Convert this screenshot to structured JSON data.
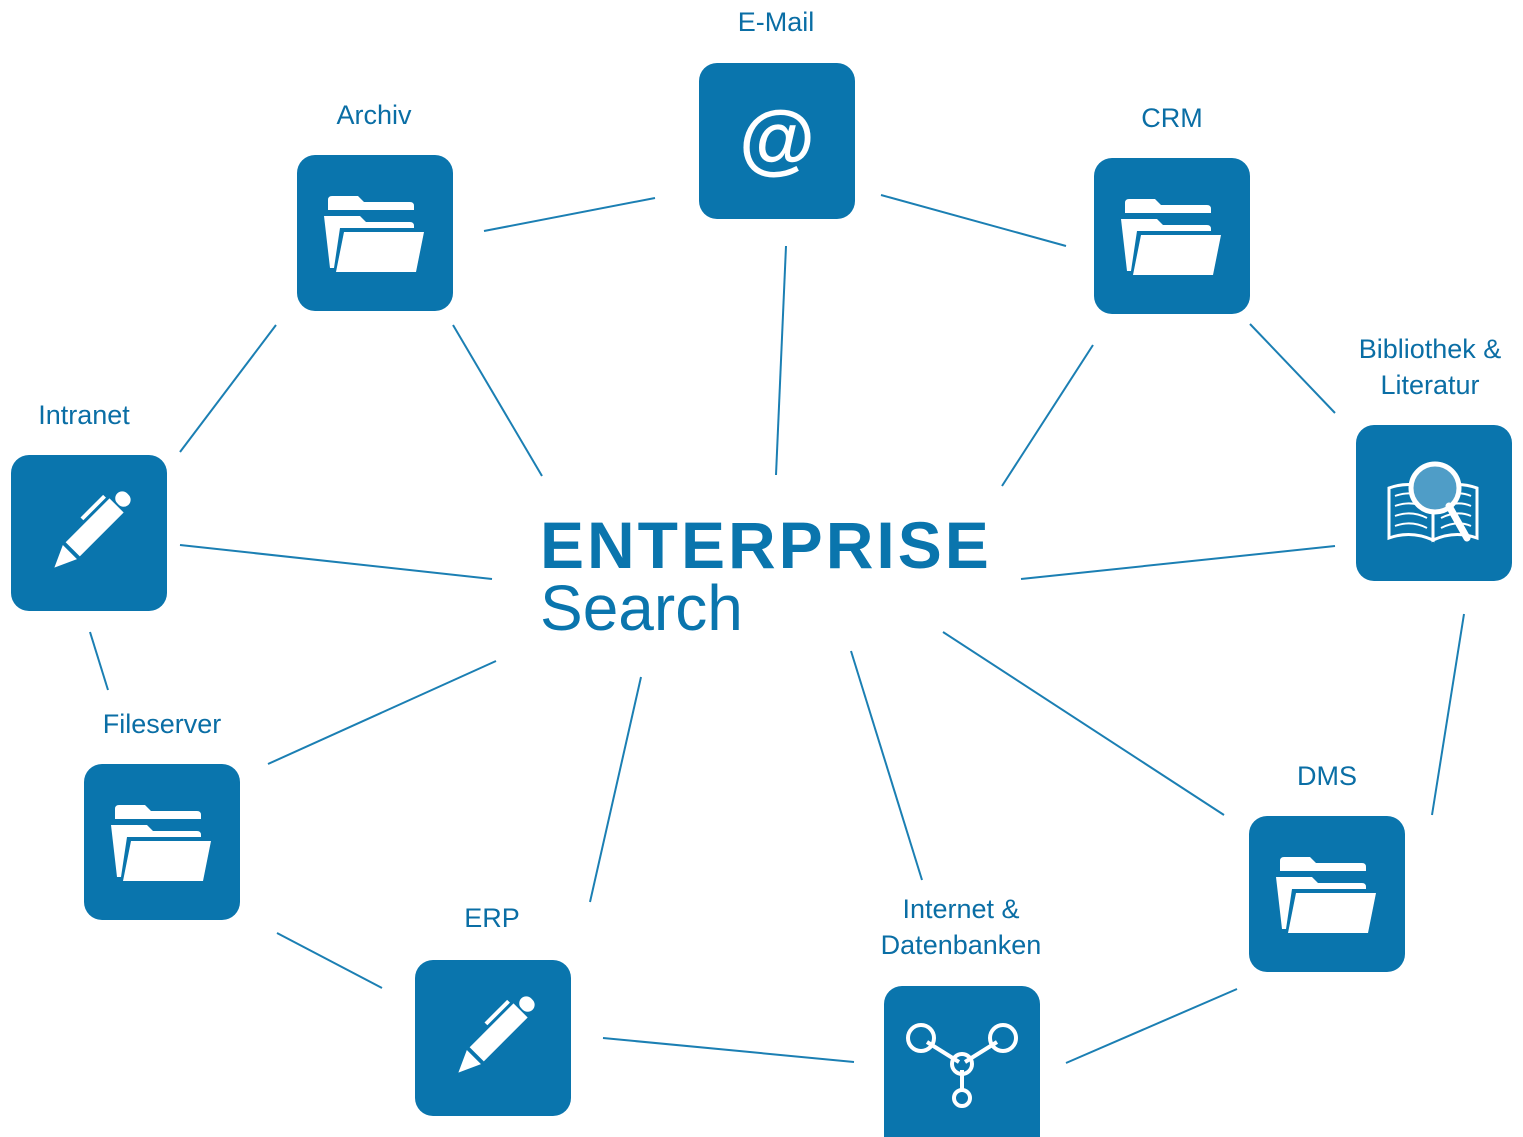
{
  "center": {
    "title": "ENTERPRISE",
    "subtitle": "Search"
  },
  "colors": {
    "tile": "#0a75ad",
    "text": "#0a6ea5",
    "line": "#1b7fb3"
  },
  "nodes": [
    {
      "id": "email",
      "label": "E-Mail",
      "icon": "at-sign-icon"
    },
    {
      "id": "archiv",
      "label": "Archiv",
      "icon": "folder-icon"
    },
    {
      "id": "crm",
      "label": "CRM",
      "icon": "folder-icon"
    },
    {
      "id": "bibliothek",
      "label": "Bibliothek & Literatur",
      "line1": "Bibliothek &",
      "line2": "Literatur",
      "icon": "book-magnifier-icon"
    },
    {
      "id": "intranet",
      "label": "Intranet",
      "icon": "pen-icon"
    },
    {
      "id": "fileserver",
      "label": "Fileserver",
      "icon": "folder-icon"
    },
    {
      "id": "dms",
      "label": "DMS",
      "icon": "folder-icon"
    },
    {
      "id": "erp",
      "label": "ERP",
      "icon": "pen-icon"
    },
    {
      "id": "internet",
      "label": "Internet & Datenbanken",
      "line1": "Internet &",
      "line2": "Datenbanken",
      "icon": "network-icon"
    }
  ],
  "connections": [
    [
      "archiv",
      "email"
    ],
    [
      "email",
      "crm"
    ],
    [
      "crm",
      "bibliothek"
    ],
    [
      "bibliothek",
      "dms"
    ],
    [
      "dms",
      "internet"
    ],
    [
      "internet",
      "erp"
    ],
    [
      "erp",
      "fileserver"
    ],
    [
      "fileserver",
      "intranet"
    ],
    [
      "intranet",
      "archiv"
    ],
    [
      "center",
      "email"
    ],
    [
      "center",
      "archiv"
    ],
    [
      "center",
      "crm"
    ],
    [
      "center",
      "bibliothek"
    ],
    [
      "center",
      "intranet"
    ],
    [
      "center",
      "fileserver"
    ],
    [
      "center",
      "erp"
    ],
    [
      "center",
      "internet"
    ],
    [
      "center",
      "dms"
    ]
  ]
}
